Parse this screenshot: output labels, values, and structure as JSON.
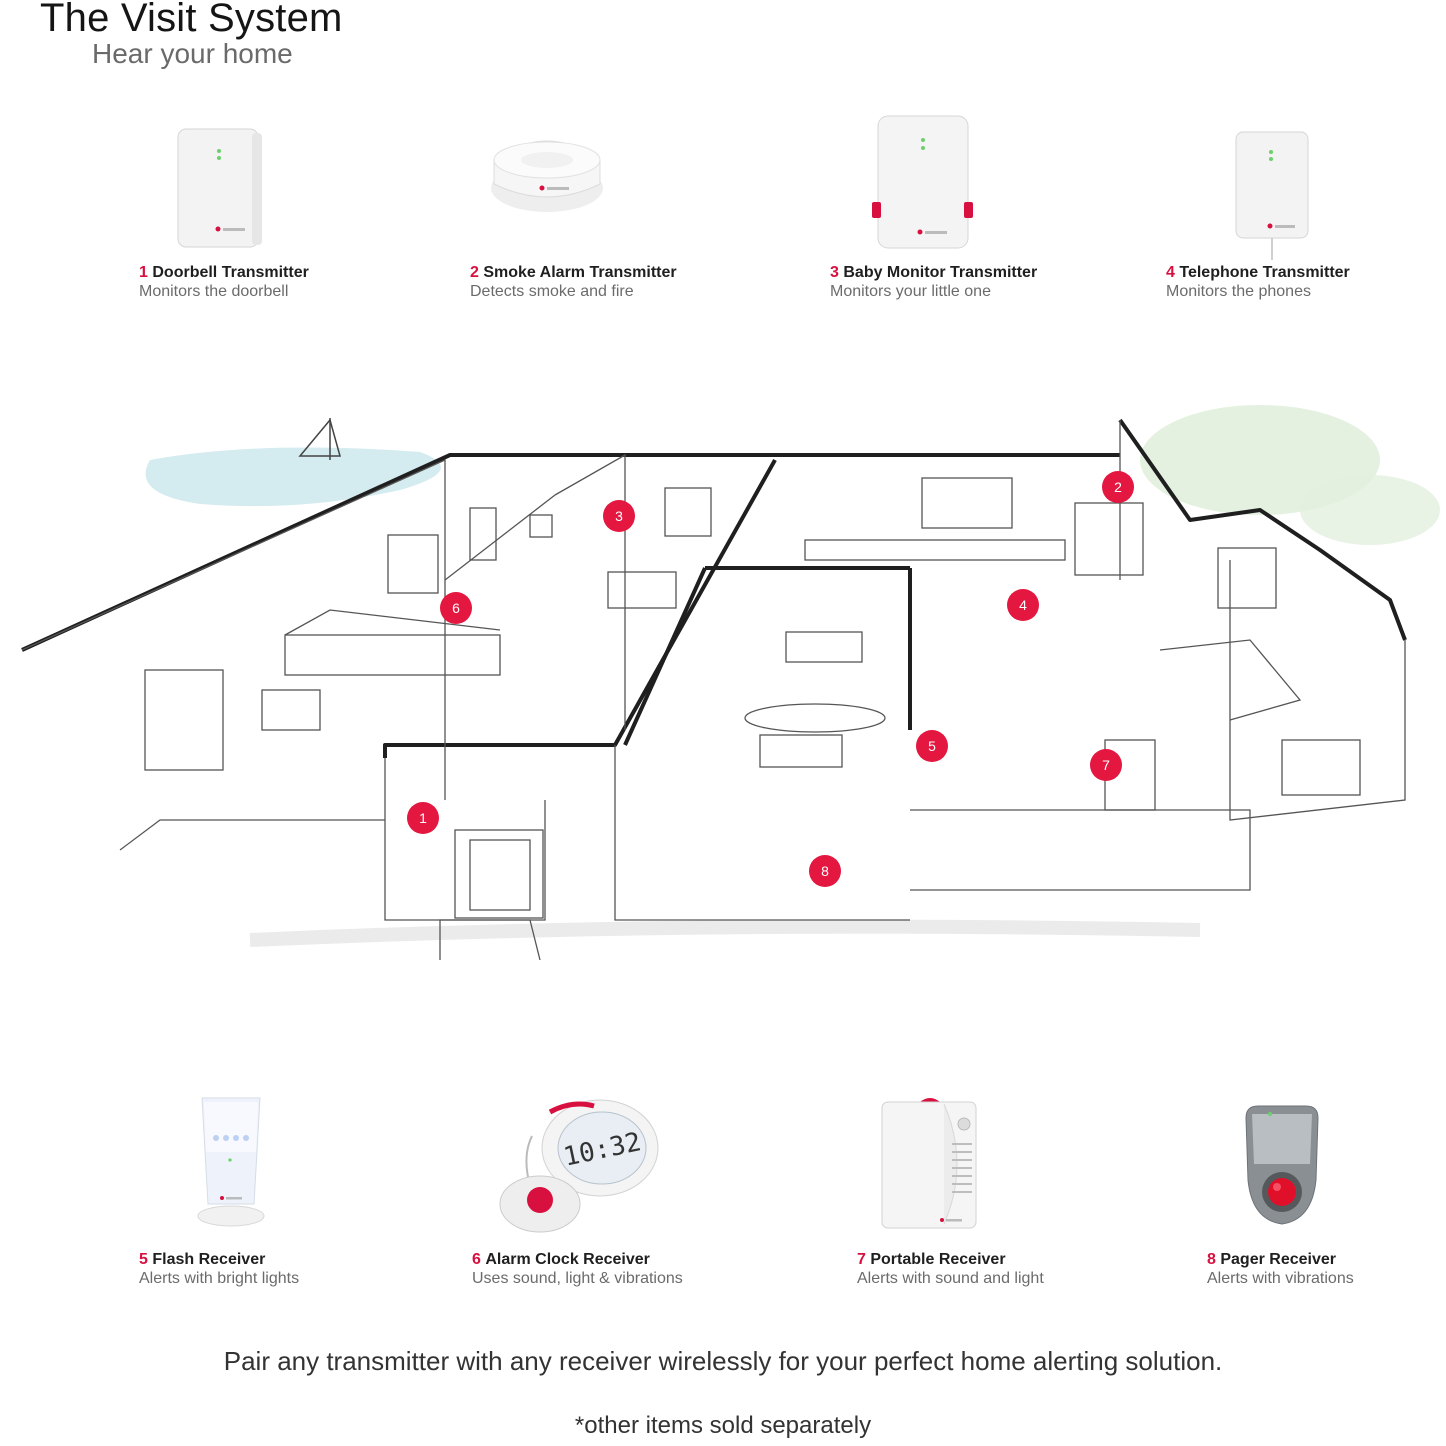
{
  "header": {
    "title": "The Visit System",
    "subtitle": "Hear your home"
  },
  "transmitters": [
    {
      "num": "1",
      "name": "Doorbell Transmitter",
      "desc": "Monitors the doorbell"
    },
    {
      "num": "2",
      "name": "Smoke Alarm Transmitter",
      "desc": "Detects smoke and fire"
    },
    {
      "num": "3",
      "name": "Baby Monitor Transmitter",
      "desc": "Monitors your little one"
    },
    {
      "num": "4",
      "name": "Telephone Transmitter",
      "desc": "Monitors the phones"
    }
  ],
  "receivers": [
    {
      "num": "5",
      "name": "Flash Receiver",
      "desc": "Alerts with bright lights"
    },
    {
      "num": "6",
      "name": "Alarm Clock Receiver",
      "desc": "Uses sound, light & vibrations"
    },
    {
      "num": "7",
      "name": "Portable Receiver",
      "desc": "Alerts with sound and light"
    },
    {
      "num": "8",
      "name": "Pager Receiver",
      "desc": "Alerts with vibrations"
    }
  ],
  "house_markers": [
    "1",
    "2",
    "3",
    "4",
    "5",
    "6",
    "7",
    "8"
  ],
  "clock_display": "10:32",
  "footer": {
    "tagline": "Pair any transmitter with any receiver wirelessly for your perfect home alerting solution.",
    "note": "*other items sold separately"
  },
  "colors": {
    "accent": "#e3173f",
    "text": "#1f1f1f",
    "muted": "#6b6b6b"
  }
}
